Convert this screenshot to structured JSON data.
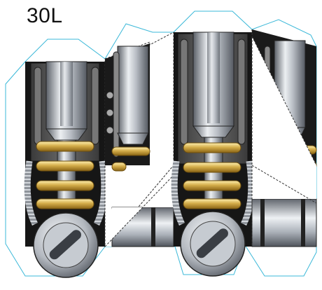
{
  "diagram": {
    "label": "30L",
    "colors": {
      "outline": "#3bb8d8",
      "frame": "#4b4b4b",
      "dark": "#161616",
      "steel_light": "#eceff2",
      "steel_mid": "#a6acb4",
      "steel_dark": "#5b6068",
      "gold_light": "#fff0b0",
      "gold_mid": "#d4ad4a",
      "gold_dark": "#8a6414",
      "white": "#ffffff"
    },
    "components": {
      "modules": 2,
      "springs_per_module": 4,
      "rivets_per_module": 3
    }
  }
}
